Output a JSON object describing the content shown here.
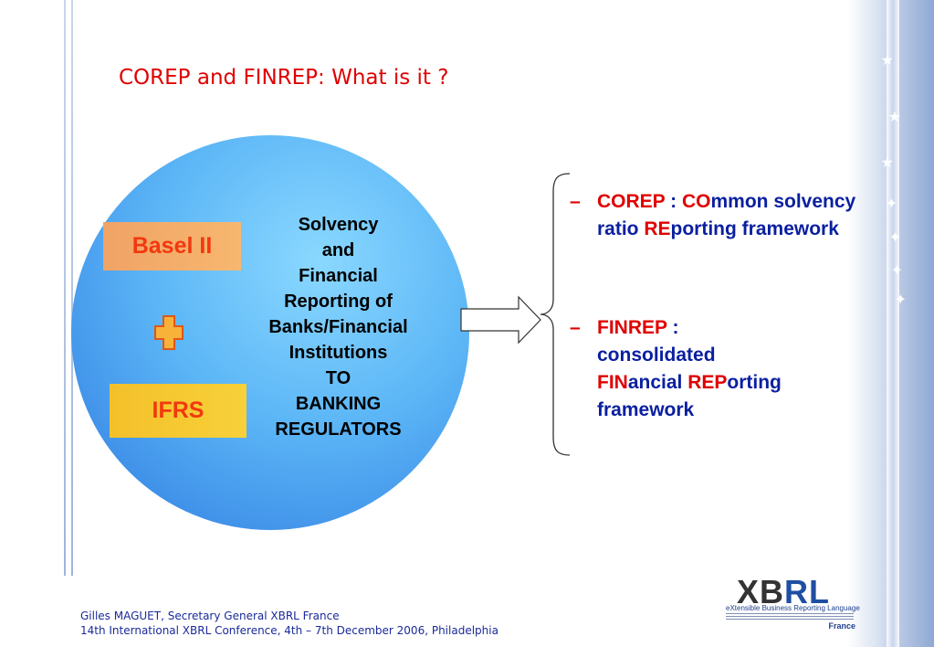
{
  "title": "COREP and FINREP: What is it ?",
  "circle": {
    "lines": [
      "Solvency",
      "and",
      "Financial",
      "Reporting of",
      "Banks/Financial",
      "Institutions",
      "TO",
      "BANKING",
      "REGULATORS"
    ]
  },
  "boxes": {
    "basel": "Basel II",
    "ifrs": "IFRS"
  },
  "bullets": {
    "dash": "–",
    "corep": {
      "name": "COREP",
      "sep": " : ",
      "p1_red": "CO",
      "p1": "mmon solvency ratio ",
      "p2_red": "RE",
      "p2": "porting framework"
    },
    "finrep": {
      "name": "FINREP",
      "sep": " : ",
      "p1": "consolidated ",
      "p2_red": "FIN",
      "p2": "ancial ",
      "p3_red": "REP",
      "p3": "orting framework"
    }
  },
  "logo": {
    "xbrl_x": "XB",
    "xbrl_rl": "RL",
    "tagline": "eXtensible Business Reporting Language",
    "country": "France"
  },
  "footer": {
    "line1": "Gilles MAGUET, Secretary General XBRL France",
    "line2": "14th International XBRL Conference, 4th – 7th December 2006, Philadelphia"
  },
  "colors": {
    "title": "#e00000",
    "bullet_text": "#0a1fa0",
    "circle": "#5cb6f6",
    "basel_box": "#f0a366",
    "ifrs_box": "#f4c02a",
    "box_text": "#f2380f"
  }
}
